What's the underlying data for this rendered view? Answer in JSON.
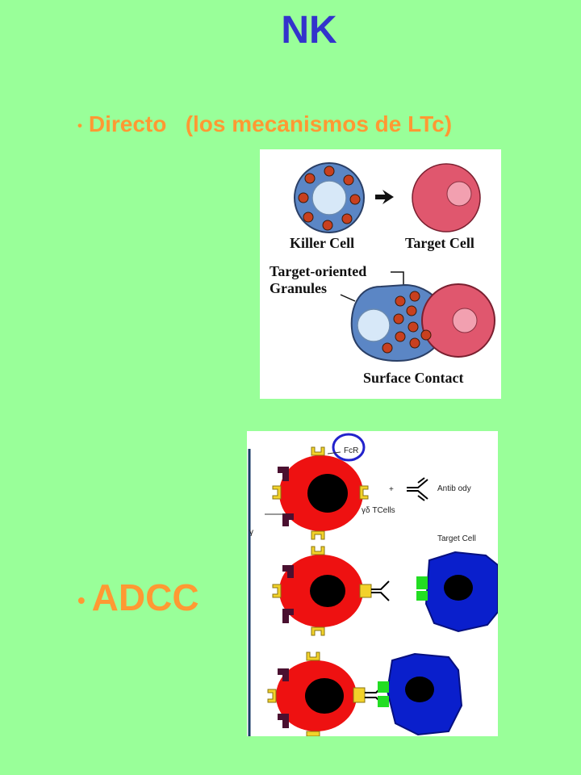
{
  "slide": {
    "title": "NK",
    "bullet_directo": "Directo   (los mecanismos de LTc)",
    "bullet_adcc": "ADCC"
  },
  "diagram1": {
    "killer_cell": "Killer Cell",
    "target_cell": "Target Cell",
    "granules_line1": "Target-oriented",
    "granules_line2": "Granules",
    "surface_contact": "Surface Contact"
  },
  "diagram2": {
    "fcr": "FcR",
    "antibody": "Antib ody",
    "tcells": "γδ TCells",
    "target_cell": "Target Cell",
    "gamma": "γ",
    "plus": "+"
  },
  "colors": {
    "background": "#99ff99",
    "title": "#3333cc",
    "bullet": "#ff9933"
  }
}
